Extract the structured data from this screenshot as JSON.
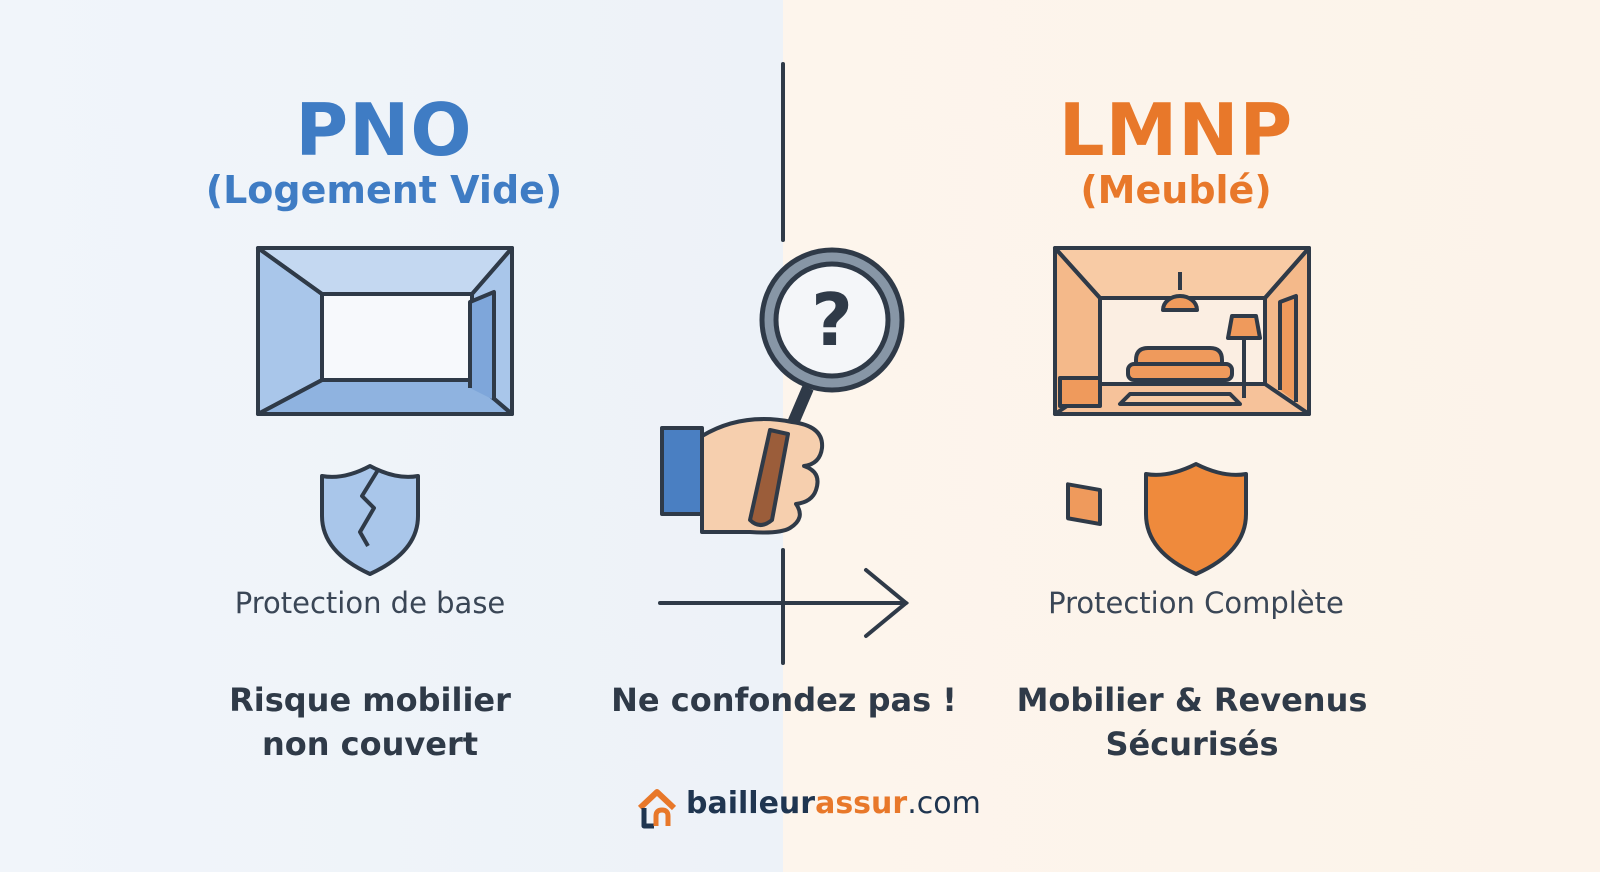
{
  "left": {
    "title": "PNO",
    "subtitle": "(Logement Vide)",
    "protection": "Protection de base",
    "result_line1": "Risque mobilier",
    "result_line2": "non couvert"
  },
  "center": {
    "message": "Ne confondez pas !"
  },
  "right": {
    "title": "LMNP",
    "subtitle": "(Meublé)",
    "protection": "Protection Complète",
    "result_line1": "Mobilier & Revenus",
    "result_line2": "Sécurisés"
  },
  "logo": {
    "part1": "bailleur",
    "part2": "assur",
    "part3": ".com"
  },
  "colors": {
    "blue": "#3f7cc4",
    "orange": "#e8782a",
    "dark": "#2f3a48"
  }
}
